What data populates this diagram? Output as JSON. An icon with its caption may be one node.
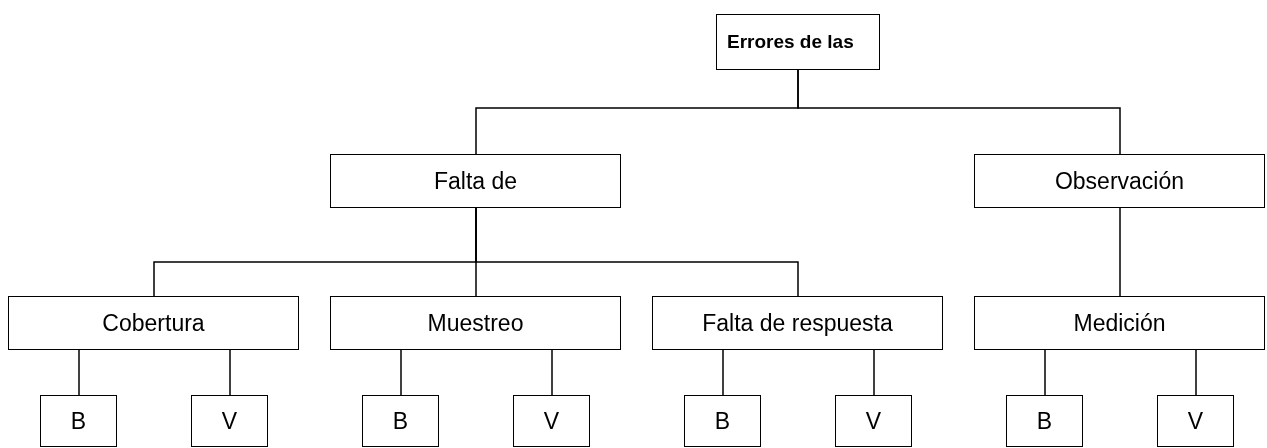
{
  "diagram": {
    "nodes": [
      {
        "text": [
          "Errores de las"
        ]
      },
      {
        "text": [
          "Falta de"
        ]
      },
      {
        "text": [
          "Observación"
        ]
      },
      {
        "text": [
          "Cobertura"
        ]
      },
      {
        "text": [
          "Muestreo"
        ]
      },
      {
        "text": [
          "Falta de respuesta"
        ]
      },
      {
        "text": [
          "Medición"
        ]
      },
      {
        "text": [
          "B"
        ]
      },
      {
        "text": [
          "V"
        ]
      },
      {
        "text": [
          "B"
        ]
      },
      {
        "text": [
          "V"
        ]
      },
      {
        "text": [
          "B"
        ]
      },
      {
        "text": [
          "V"
        ]
      },
      {
        "text": [
          "B"
        ]
      },
      {
        "text": [
          "V"
        ]
      }
    ],
    "edges": [
      {
        "from": 0,
        "to": 1,
        "arrow": "none"
      },
      {
        "from": 0,
        "to": 2,
        "arrow": "none"
      },
      {
        "from": 1,
        "to": 3,
        "arrow": "none"
      },
      {
        "from": 1,
        "to": 4,
        "arrow": "none"
      },
      {
        "from": 1,
        "to": 5,
        "arrow": "none"
      },
      {
        "from": 2,
        "to": 6,
        "arrow": "none"
      },
      {
        "from": 3,
        "to": 7,
        "arrow": "none"
      },
      {
        "from": 3,
        "to": 8,
        "arrow": "none"
      },
      {
        "from": 4,
        "to": 9,
        "arrow": "none"
      },
      {
        "from": 4,
        "to": 10,
        "arrow": "none"
      },
      {
        "from": 5,
        "to": 11,
        "arrow": "none"
      },
      {
        "from": 5,
        "to": 12,
        "arrow": "none"
      },
      {
        "from": 6,
        "to": 13,
        "arrow": "none"
      },
      {
        "from": 6,
        "to": 14,
        "arrow": "none"
      }
    ]
  }
}
